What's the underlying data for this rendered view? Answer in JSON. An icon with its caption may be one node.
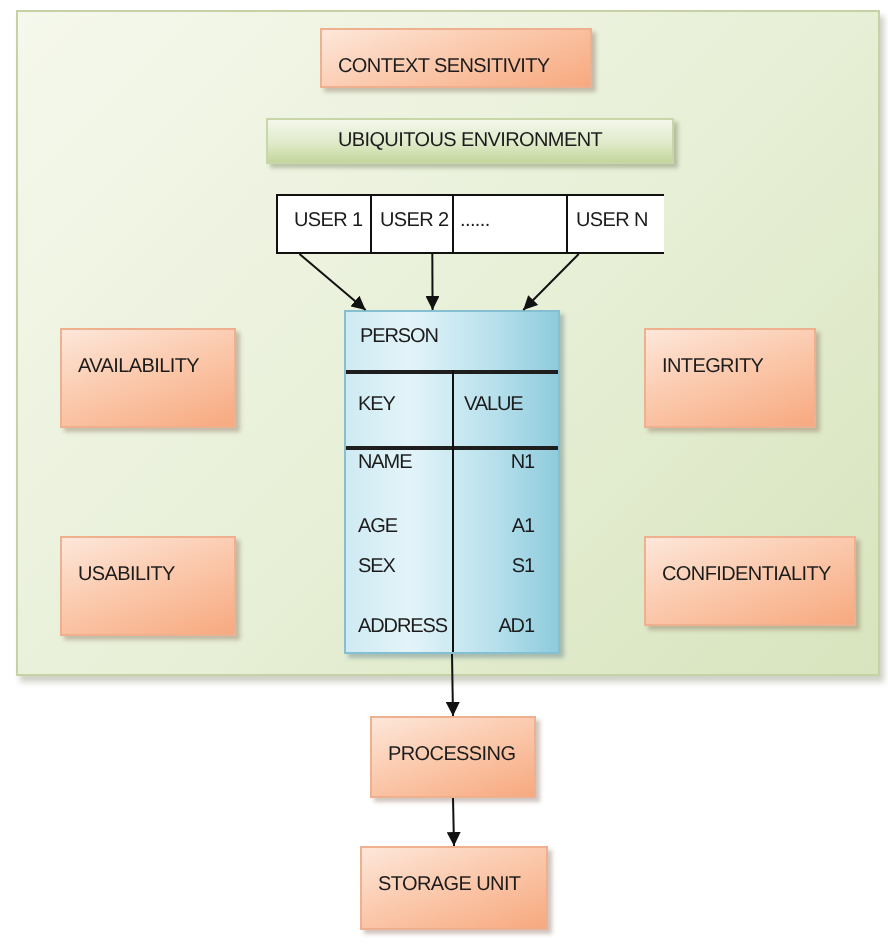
{
  "diagram": {
    "nodes": [
      {
        "text": [],
        "shape": "box"
      },
      {
        "text": [
          "CONTEXT SENSITIVITY"
        ],
        "in": 0
      },
      {
        "text": [
          "UBIQUITOUS ENVIRONMENT"
        ],
        "in": 0
      },
      {
        "text": [
          "USER 1"
        ],
        "in": 0
      },
      {
        "text": [
          "USER 2"
        ],
        "in": 0
      },
      {
        "text": [
          "......"
        ],
        "in": 0
      },
      {
        "text": [
          "USER N"
        ],
        "in": 0
      },
      {
        "text": [
          "PERSON",
          "KEY",
          "VALUE",
          "NAME",
          "N1",
          "AGE",
          "A1",
          "SEX",
          "S1",
          "ADDRESS",
          "AD1"
        ],
        "in": 0
      },
      {
        "text": [
          "AVAILABILITY"
        ],
        "in": 0
      },
      {
        "text": [
          "INTEGRITY"
        ],
        "in": 0
      },
      {
        "text": [
          "USABILITY"
        ],
        "in": 0
      },
      {
        "text": [
          "CONFIDENTIALITY"
        ],
        "in": 0
      },
      {
        "text": [
          "PROCESSING"
        ]
      },
      {
        "text": [
          "STORAGE UNIT"
        ]
      }
    ],
    "edges": [
      {
        "from": 3,
        "to": 7,
        "arrow": "to"
      },
      {
        "from": 4,
        "to": 7,
        "arrow": "to"
      },
      {
        "from": 6,
        "to": 7,
        "arrow": "to"
      },
      {
        "from": 7,
        "to": 12,
        "arrow": "to"
      },
      {
        "from": 12,
        "to": 13,
        "arrow": "to"
      }
    ]
  }
}
